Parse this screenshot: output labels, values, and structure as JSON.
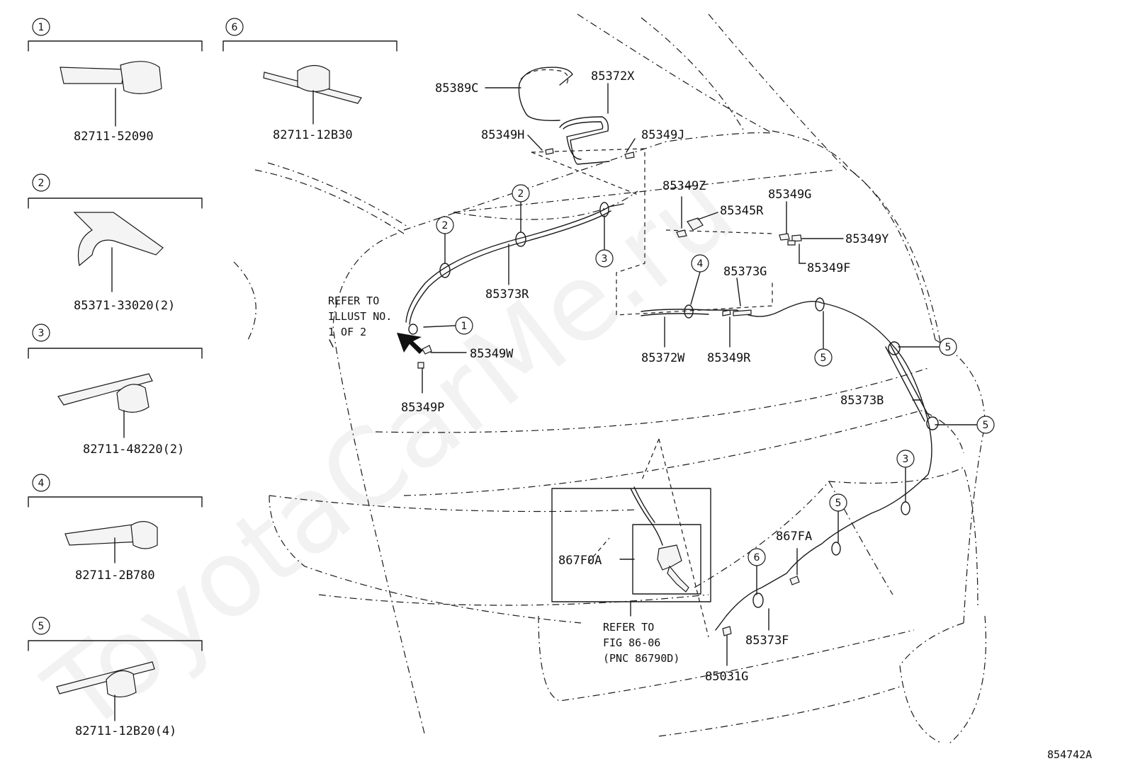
{
  "watermark": "ToyotaCarMe.ru",
  "figure_ref": "854742A",
  "legend": [
    {
      "num": "1",
      "part": "82711-52090"
    },
    {
      "num": "6",
      "part": "82711-12B30"
    },
    {
      "num": "2",
      "part": "85371-33020(2)"
    },
    {
      "num": "3",
      "part": "82711-48220(2)"
    },
    {
      "num": "4",
      "part": "82711-2B780"
    },
    {
      "num": "5",
      "part": "82711-12B20(4)"
    }
  ],
  "parts": {
    "p85389C": "85389C",
    "p85372X": "85372X",
    "p85349H": "85349H",
    "p85349J": "85349J",
    "p85349Z": "85349Z",
    "p85345R": "85345R",
    "p85349G": "85349G",
    "p85349Y": "85349Y",
    "p85349F": "85349F",
    "p85373R": "85373R",
    "p85373G": "85373G",
    "p85349W": "85349W",
    "p85349P": "85349P",
    "p85372W": "85372W",
    "p85349R": "85349R",
    "p85373B": "85373B",
    "p867F0A": "867F0A",
    "p867FA": "867FA",
    "p85373F": "85373F",
    "p85031G": "85031G"
  },
  "notes": {
    "refer_illust": [
      "REFER TO",
      "ILLUST NO.",
      "1 OF 2"
    ],
    "refer_fig": [
      "REFER TO",
      "FIG 86-06",
      "(PNC 86790D)"
    ]
  },
  "callouts": {
    "c1": "1",
    "c2a": "2",
    "c2b": "2",
    "c3a": "3",
    "c3b": "3",
    "c4": "4",
    "c5a": "5",
    "c5b": "5",
    "c5c": "5",
    "c5d": "5",
    "c6": "6"
  }
}
